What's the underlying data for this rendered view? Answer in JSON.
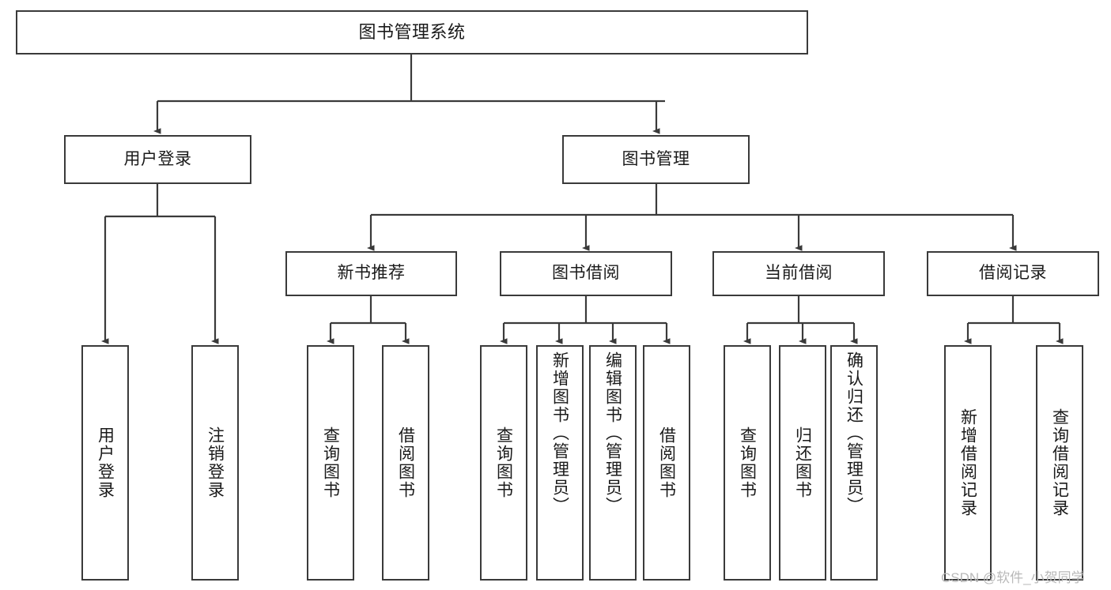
{
  "diagram": {
    "title": "图书管理系统",
    "type": "hierarchy-tree",
    "watermark": "CSDN @软件_小贺同学",
    "colors": {
      "border": "#3a3a3a",
      "background": "#ffffff",
      "text": "#1a1a1a",
      "edge": "#3a3a3a",
      "watermark": "#b9b9b9"
    },
    "levels": {
      "level1": [
        {
          "id": "root",
          "label": "图书管理系统"
        }
      ],
      "level2": [
        {
          "id": "user-login",
          "label": "用户登录"
        },
        {
          "id": "book-manage",
          "label": "图书管理"
        }
      ],
      "level3": [
        {
          "id": "new-book-recommend",
          "label": "新书推荐"
        },
        {
          "id": "book-borrow",
          "label": "图书借阅"
        },
        {
          "id": "current-borrow",
          "label": "当前借阅"
        },
        {
          "id": "borrow-record",
          "label": "借阅记录"
        }
      ],
      "level4": [
        {
          "id": "leaf-user-login",
          "label": "用户登录",
          "parent": "user-login"
        },
        {
          "id": "leaf-logout-login",
          "label": "注销登录",
          "parent": "user-login"
        },
        {
          "id": "leaf-query-book-1",
          "label": "查询图书",
          "parent": "new-book-recommend"
        },
        {
          "id": "leaf-borrow-book-1",
          "label": "借阅图书",
          "parent": "new-book-recommend"
        },
        {
          "id": "leaf-query-book-2",
          "label": "查询图书",
          "parent": "book-borrow"
        },
        {
          "id": "leaf-add-book",
          "label": "新增图书（管理员）",
          "parent": "book-borrow"
        },
        {
          "id": "leaf-edit-book",
          "label": "编辑图书（管理员）",
          "parent": "book-borrow"
        },
        {
          "id": "leaf-borrow-book-2",
          "label": "借阅图书",
          "parent": "book-borrow"
        },
        {
          "id": "leaf-query-book-3",
          "label": "查询图书",
          "parent": "current-borrow"
        },
        {
          "id": "leaf-return-book",
          "label": "归还图书",
          "parent": "current-borrow"
        },
        {
          "id": "leaf-confirm-return",
          "label": "确认归还（管理员）",
          "parent": "current-borrow"
        },
        {
          "id": "leaf-add-record",
          "label": "新增借阅记录",
          "parent": "borrow-record"
        },
        {
          "id": "leaf-query-record",
          "label": "查询借阅记录",
          "parent": "borrow-record"
        }
      ]
    }
  }
}
